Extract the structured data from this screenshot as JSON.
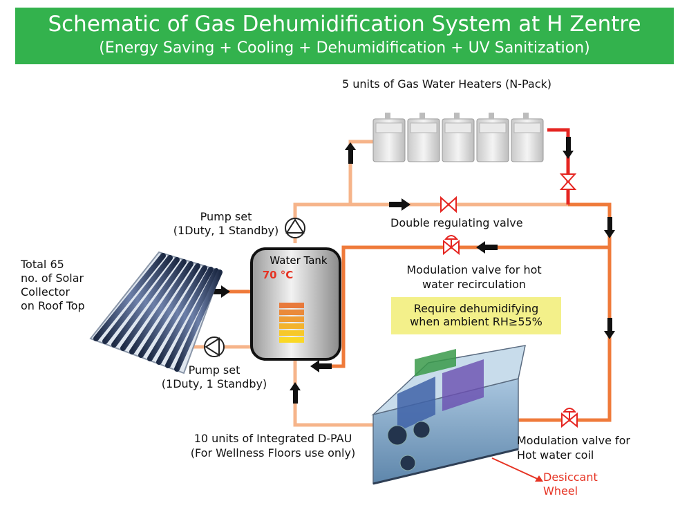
{
  "header": {
    "title": "Schematic of Gas Dehumidification System at H Zentre",
    "subtitle": "(Energy Saving + Cooling + Dehumidification + UV Sanitization)"
  },
  "labels": {
    "heaters": "5 units of Gas Water Heaters (N-Pack)",
    "pump_top_1": "Pump set",
    "pump_top_2": "(1Duty, 1 Standby)",
    "double_valve": "Double regulating valve",
    "mod_valve_recirc_1": "Modulation valve for hot",
    "mod_valve_recirc_2": "water recirculation",
    "solar_1": "Total 65",
    "solar_2": "no. of Solar",
    "solar_3": "Collector",
    "solar_4": "on Roof Top",
    "tank": "Water Tank",
    "tank_temp": "70 °C",
    "pump_bottom_1": "Pump set",
    "pump_bottom_2": "(1Duty, 1 Standby)",
    "dpau_1": "10 units of Integrated D-PAU",
    "dpau_2": "(For Wellness Floors use only)",
    "mod_valve_coil_1": "Modulation valve for",
    "mod_valve_coil_2": "Hot water coil",
    "desiccant_1": "Desiccant",
    "desiccant_2": "Wheel"
  },
  "note": {
    "line1": "Require dehumidifying",
    "line2": "when ambient RH≥55%"
  },
  "colors": {
    "banner": "#33b24d",
    "pipe_hot": "#ef7a3a",
    "pipe_warm": "#f6b48a",
    "pipe_red": "#e52521",
    "note_bg": "#f3f08a",
    "accent_red": "#e63323"
  }
}
